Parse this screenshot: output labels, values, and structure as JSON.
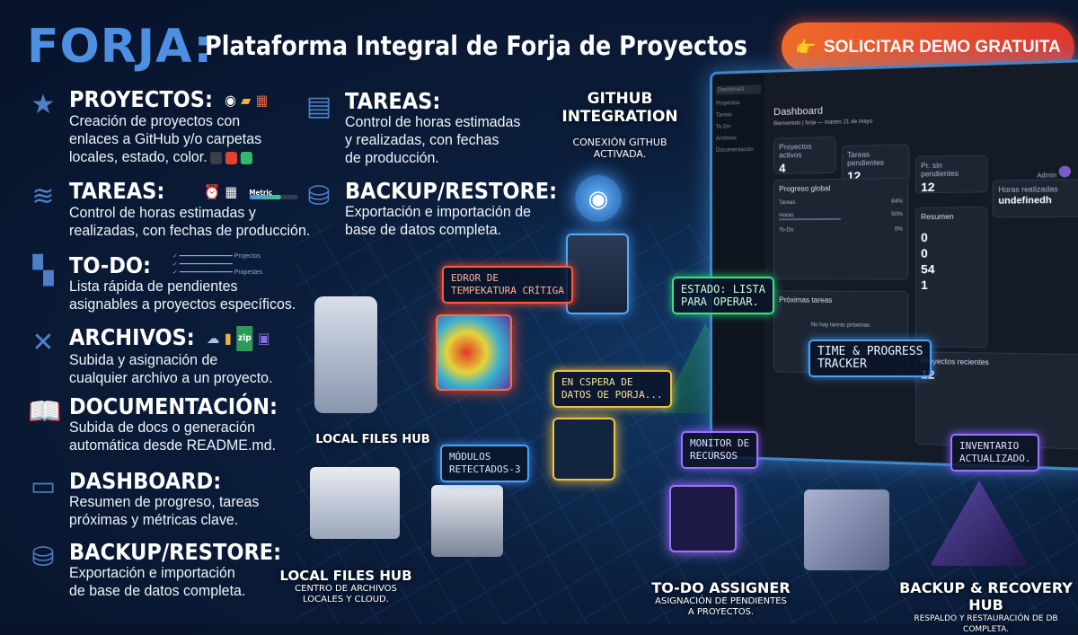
{
  "header": {
    "brand": "FORJA:",
    "title": "Plataforma Integral de Forja de Proyectos",
    "cta_icon": "👉",
    "cta_label": "SOLICITAR DEMO GRATUITA"
  },
  "features_left": [
    {
      "icon": "star-icon",
      "title": "PROYECTOS:",
      "desc": "Creación de proyectos con\nenlaces a GitHub y/o carpetas\nlocales, estado, color.",
      "swatches": [
        "#3a3f48",
        "#e0432f",
        "#34b86a"
      ]
    },
    {
      "icon": "layers-icon",
      "title": "TAREAS:",
      "desc": "Control de horas estimadas y\nrealizadas, con fechas de producción.",
      "metric_label": "Metric",
      "metric_progress": 0.65
    },
    {
      "icon": "map-icon",
      "title": "TO-DO:",
      "desc": "Lista rápida de pendientes\nasignables a proyectos específicos.",
      "list_labels": [
        "Projectos",
        "Prapestes"
      ]
    },
    {
      "icon": "tools-icon",
      "title": "ARCHIVOS:",
      "desc": "Subida y asignación de\ncualquier archivo a un proyecto.",
      "zip_label": "zip"
    },
    {
      "icon": "book-icon",
      "title": "DOCUMENTACIÓN:",
      "desc": "Subida de docs o generación\nautomática desde README.md."
    },
    {
      "icon": "chart-icon",
      "title": "DASHBOARD:",
      "desc": "Resumen de progreso, tareas\npróximas y métricas clave."
    },
    {
      "icon": "database-sync-icon",
      "title": "BACKUP/RESTORE:",
      "desc": "Exportación e importación\nde base de datos completa."
    }
  ],
  "features_right": [
    {
      "icon": "book-icon",
      "title": "TAREAS:",
      "desc": "Control de horas estimadas\ny realizadas, con fechas\nde producción."
    },
    {
      "icon": "database-sync-icon",
      "title": "BACKUP/RESTORE:",
      "desc": "Exportación e importación de\nbase de datos completa."
    }
  ],
  "github": {
    "title": "GITHUB\nINTEGRATION",
    "sub": "CONEXIÓN GITHUB\nACTIVADA."
  },
  "dashboard": {
    "sidebar": [
      "Dashboard",
      "Proyectos",
      "Tareas",
      "To-Do",
      "Archivos",
      "Documentación"
    ],
    "title": "Dashboard",
    "subtitle": "Bienvenido | forja — martes 21 de mayo",
    "user": "Admin",
    "cards": [
      {
        "label": "Proyectos activos",
        "value": "4"
      },
      {
        "label": "Tareas pendientes",
        "value": "12"
      },
      {
        "label": "Pr. sin pendientes",
        "value": "12"
      },
      {
        "label": "Horas realizadas",
        "value": "undefinedh"
      }
    ],
    "progress_title": "Progreso global",
    "progress_rows": [
      {
        "label": "Tareas",
        "value": "84%"
      },
      {
        "label": "Horas",
        "value": "50%"
      },
      {
        "label": "To-Do",
        "value": "0%"
      }
    ],
    "summary_title": "Resumen",
    "summary": [
      "0",
      "0",
      "54",
      "1"
    ],
    "upcoming_title": "Próximas tareas",
    "upcoming_empty": "No hay tareas próximas",
    "recent_title": "Proyectos recientes",
    "recent_value": "12"
  },
  "callouts": {
    "temp": "EDROR DE\nTEMPEKATURA CRÍTIGA",
    "waiting": "EN CSPERA DE\nDATOS OE PORJA...",
    "modules": "MÓDULOS\nRETECTADOS-3",
    "ready": "ESTADO: LISTA\nPARA OPERAR.",
    "tracker": "TIME & PROGRESS\nTRACKER",
    "monitor": "MONITOR DE\nRECURSOS",
    "inventory": "INVENTARIO\nACTUALIZADO."
  },
  "hubs": {
    "local_files_top": "LOCAL FILES HUB",
    "local_files": "LOCAL FILES HUB",
    "local_files_sub": "CENTRO DE ARCHIVOS\nLOCALES Y CLOUD.",
    "todo": "TO-DO ASSIGNER",
    "todo_sub": "ASIGNACIÓN DE PENDIENTES\nA PROYECTOS.",
    "backup": "BACKUP & RECOVERY HUB",
    "backup_sub": "RESPALDO Y RESTAURACIÓN DE DB COMPLETA."
  },
  "colors": {
    "brand": "#4d8fe0",
    "cta": "#e8452c",
    "bg": "#0b1d3a"
  }
}
